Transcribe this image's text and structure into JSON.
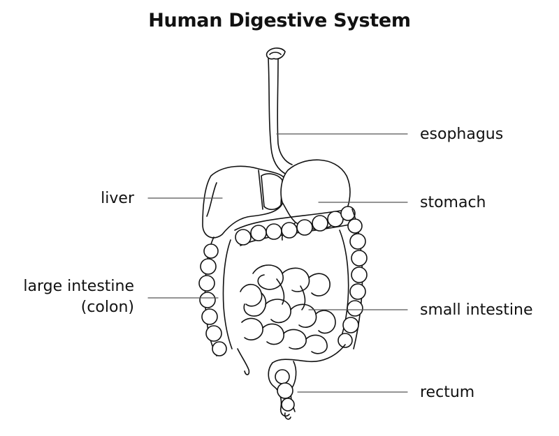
{
  "title": "Human Digestive System",
  "labels": {
    "esophagus": "esophagus",
    "liver": "liver",
    "stomach": "stomach",
    "large_intestine": "large intestine",
    "colon": "(colon)",
    "small_intestine": "small intestine",
    "rectum": "rectum"
  },
  "colors": {
    "ink": "#111111",
    "leader": "#555555",
    "background": "#ffffff"
  }
}
